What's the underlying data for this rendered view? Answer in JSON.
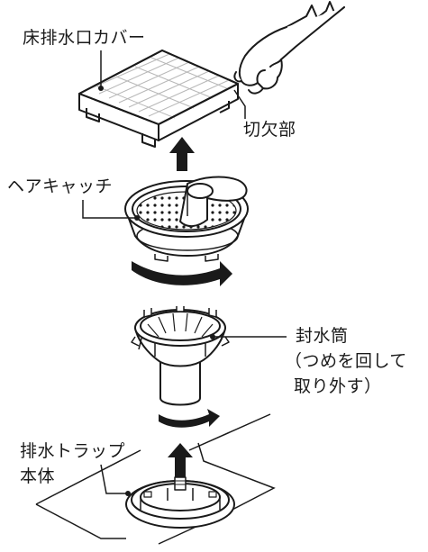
{
  "labels": {
    "floor_drain_cover": "床排水口カバー",
    "notch": "切欠部",
    "hair_catcher": "ヘアキャッチ",
    "water_seal_tube": "封水筒",
    "water_seal_note_line1": "（つめを回して",
    "water_seal_note_line2": "取り外す）",
    "trap_body_line1": "排水トラップ",
    "trap_body_line2": "本体"
  },
  "icons": {
    "hand": "gloved-hand-icon",
    "up_arrow": "up-arrow-icon",
    "rotate_arrow": "rotate-arrow-icon"
  },
  "colors": {
    "line": "#1a1a1a",
    "fill": "#ffffff",
    "grid_line": "#b8b8b8"
  }
}
